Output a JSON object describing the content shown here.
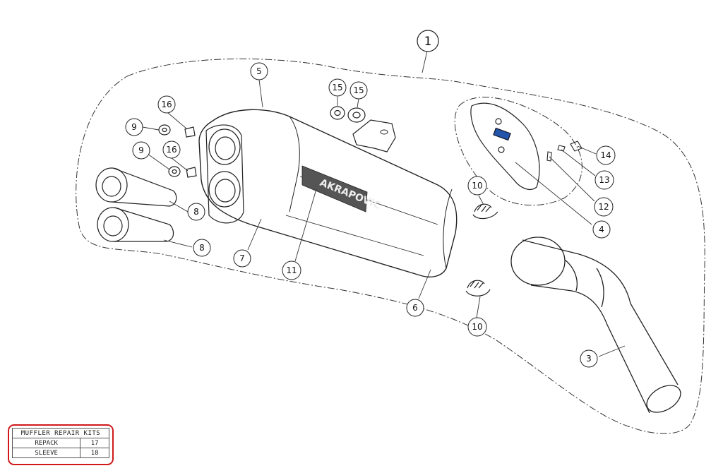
{
  "callouts": {
    "c1": "1",
    "c3": "3",
    "c4": "4",
    "c5": "5",
    "c6": "6",
    "c7": "7",
    "c8a": "8",
    "c8b": "8",
    "c9a": "9",
    "c9b": "9",
    "c10a": "10",
    "c10b": "10",
    "c11": "11",
    "c12": "12",
    "c13": "13",
    "c14": "14",
    "c15a": "15",
    "c15b": "15",
    "c16a": "16",
    "c16b": "16"
  },
  "logo_text": "AKRAPOVIC",
  "repair_kits": {
    "title": "MUFFLER REPAIR KITS",
    "rows": [
      {
        "label": "REPACK",
        "value": "17"
      },
      {
        "label": "SLEEVE",
        "value": "18"
      }
    ],
    "border_color": "#d01a1a"
  }
}
